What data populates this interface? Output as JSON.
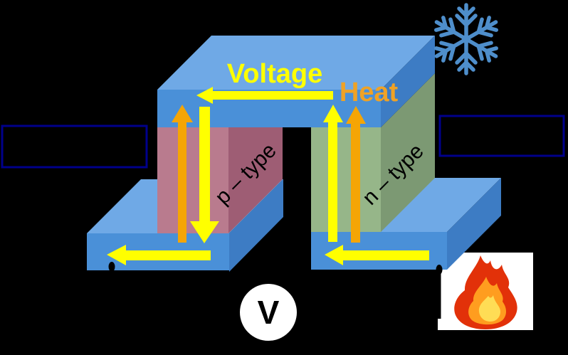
{
  "diagram": {
    "description": "Thermoelectric device schematic with p-type and n-type legs between blue plates, cold side (snowflake) on top, hot side (flame) on bottom, voltmeter across output",
    "labels": {
      "voltage": "Voltage",
      "heat": "Heat",
      "p_type": "p – type",
      "n_type": "n – type",
      "voltmeter": "V"
    },
    "icons": {
      "cold_side": "snowflake-icon",
      "hot_side": "flame-icon"
    },
    "colors": {
      "background": "#000000",
      "plate_top": "#6fa9e6",
      "plate_front": "#4a90d8",
      "plate_side": "#3d7cc4",
      "p_type_front": "#b97b8e",
      "p_type_side": "#9e5d74",
      "n_type_front": "#96b689",
      "n_type_side": "#7c9973",
      "arrow_yellow": "#ffff00",
      "arrow_orange": "#f5a505",
      "voltage_text": "#ffff00",
      "heat_text": "#efa226",
      "label_box_border": "#00008b",
      "label_box_fill": "#000000",
      "snowflake": "#4e8ecb",
      "flame_box_bg": "#ffffff",
      "flame_outer": "#e23109",
      "flame_mid": "#ff9d1f",
      "flame_inner": "#ffdd55",
      "meter_bg": "#ffffff",
      "meter_text": "#000000",
      "wire": "#000000"
    }
  }
}
